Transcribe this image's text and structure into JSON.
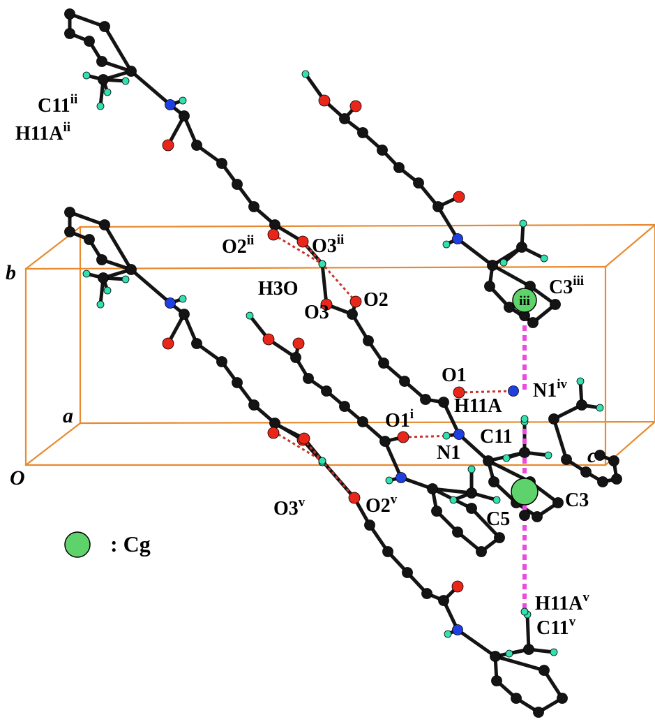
{
  "colors": {
    "bond": "#141414",
    "carbon": "#141414",
    "oxygen": "#e8261a",
    "nitrogen": "#1f3fe0",
    "hydrogen": "#33e0b0",
    "cell": "#e88a2e",
    "hbond": "#c8342c",
    "pi_contact": "#e84ce0",
    "centroid": "#5fd36b"
  },
  "axes": {
    "a": "a",
    "b": "b",
    "c": "c",
    "origin": "O"
  },
  "atom_labels": {
    "c11_ii": {
      "base": "C11",
      "sup": "ii"
    },
    "h11a_ii": {
      "base": "H11A",
      "sup": "ii"
    },
    "o2_ii": {
      "base": "O2",
      "sup": "ii"
    },
    "o3_ii": {
      "base": "O3",
      "sup": "ii"
    },
    "h3o": {
      "base": "H3O",
      "sup": ""
    },
    "o3": {
      "base": "O3",
      "sup": ""
    },
    "o2": {
      "base": "O2",
      "sup": ""
    },
    "c3_iii": {
      "base": "C3",
      "sup": "iii"
    },
    "o1": {
      "base": "O1",
      "sup": ""
    },
    "n1_iv": {
      "base": "N1",
      "sup": "iv"
    },
    "h11a": {
      "base": "H11A",
      "sup": ""
    },
    "o1_i": {
      "base": "O1",
      "sup": "i"
    },
    "c11": {
      "base": "C11",
      "sup": ""
    },
    "n1": {
      "base": "N1",
      "sup": ""
    },
    "o3_v": {
      "base": "O3",
      "sup": "v"
    },
    "o2_v": {
      "base": "O2",
      "sup": "v"
    },
    "c5": {
      "base": "C5",
      "sup": ""
    },
    "c3": {
      "base": "C3",
      "sup": ""
    },
    "h11a_v": {
      "base": "H11A",
      "sup": "v"
    },
    "c11_v": {
      "base": "C11",
      "sup": "v"
    }
  },
  "centroid_marker": "iii",
  "legend": {
    "text": ": Cg"
  }
}
